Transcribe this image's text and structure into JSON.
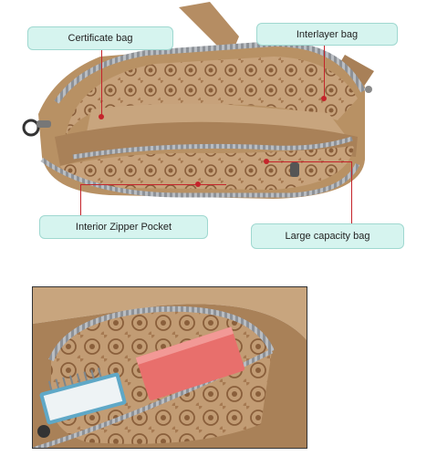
{
  "labels": {
    "certificate_bag": "Certificate bag",
    "interlayer_bag": "Interlayer bag",
    "interior_zipper_pocket": "Interior Zipper Pocket",
    "large_capacity_bag": "Large capacity bag"
  },
  "colors": {
    "callout_fill": "#d6f4ef",
    "callout_border": "#9fd8d0",
    "leader_line": "#c4242b",
    "bag_khaki": "#b89164",
    "lining": "#c7a27b",
    "zipper": "#9a9ea3",
    "card_red": "#e86f6c"
  }
}
